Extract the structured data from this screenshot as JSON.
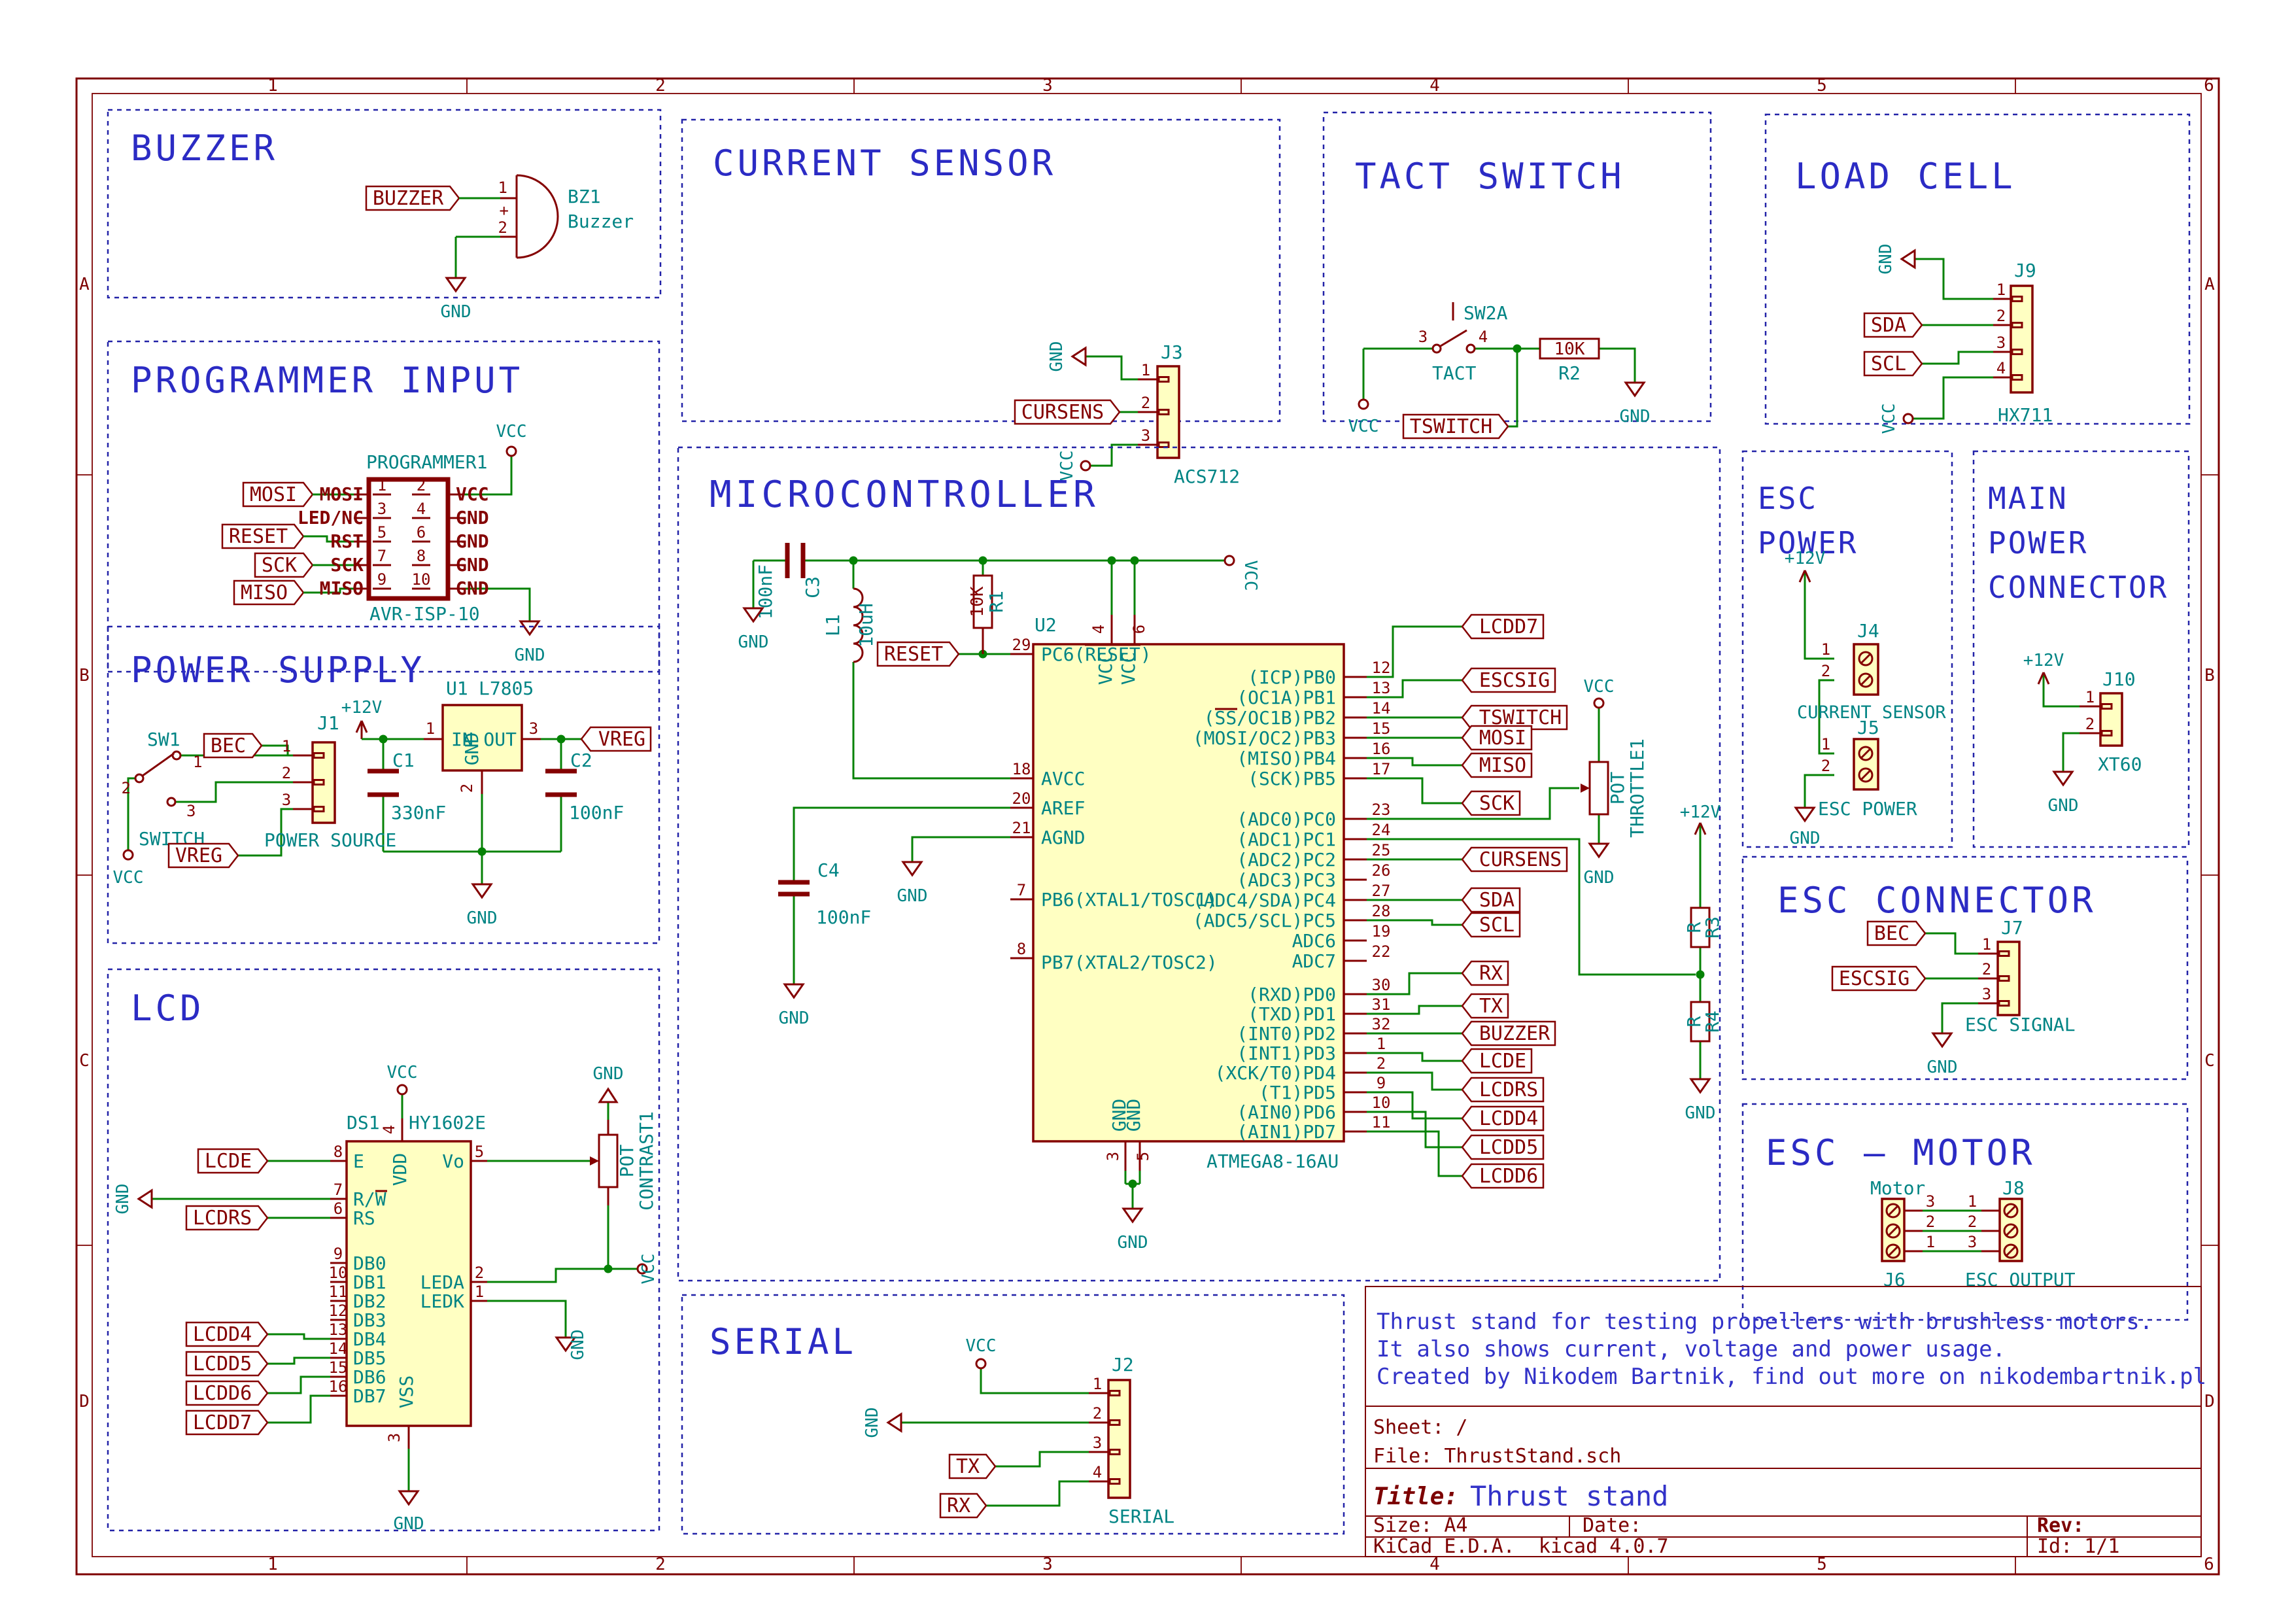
{
  "colors": {
    "wire_green": "#058205",
    "component_maroon": "#840000",
    "field_teal": "#008484",
    "note_blue": "#2B2BC4",
    "box_blue": "#2323A8",
    "body_yellow": "#FFFFC2",
    "frame_red": "#7D0000"
  },
  "frame": {
    "columns": [
      "1",
      "2",
      "3",
      "4",
      "5",
      "6"
    ],
    "rows": [
      "A",
      "B",
      "C",
      "D"
    ]
  },
  "title_block": {
    "comments": [
      "Thrust stand for testing propellers with brushless motors.",
      "It also shows current, voltage and power usage.",
      "Created by Nikodem Bartnik, find out more on nikodembartnik.pl"
    ],
    "sheet": "Sheet: /",
    "file": "File: ThrustStand.sch",
    "title_label": "Title:",
    "title_value": "Thrust stand",
    "size": "Size: A4",
    "date": "Date:",
    "rev": "Rev:",
    "tool": "KiCad E.D.A.  kicad 4.0.7",
    "id": "Id: 1/1"
  },
  "buzzer": {
    "title": "BUZZER",
    "net": "BUZZER",
    "p1": "1",
    "plus": "+",
    "p2": "2",
    "ref": "BZ1",
    "value": "Buzzer",
    "gnd": "GND"
  },
  "programmer": {
    "title": "PROGRAMMER INPUT",
    "ref": "PROGRAMMER1",
    "value": "AVR-ISP-10",
    "vcc": "VCC",
    "gnd": "GND",
    "net_mosi": "MOSI",
    "net_reset": "RESET",
    "net_sck": "SCK",
    "net_miso": "MISO",
    "pins": [
      {
        "ln": "1",
        "rn": "2",
        "lname": "MOSI",
        "rname": "VCC"
      },
      {
        "ln": "3",
        "rn": "4",
        "lname": "LED/NC",
        "rname": "GND"
      },
      {
        "ln": "5",
        "rn": "6",
        "lname": "RST",
        "rname": "GND"
      },
      {
        "ln": "7",
        "rn": "8",
        "lname": "SCK",
        "rname": "GND"
      },
      {
        "ln": "9",
        "rn": "10",
        "lname": "MISO",
        "rname": "GND"
      }
    ]
  },
  "power": {
    "title": "POWER SUPPLY",
    "p12": "+12V",
    "sw_ref": "SW1",
    "sw_value": "SWITCH",
    "s1": "1",
    "s2": "2",
    "s3": "3",
    "bec": "BEC",
    "vreg_l": "VREG",
    "vcc": "VCC",
    "j1_ref": "J1",
    "j1_value": "POWER SOURCE",
    "j1p1": "1",
    "j1p2": "2",
    "j1p3": "3",
    "u1_ref": "U1",
    "u1_value": "L7805",
    "u1p1": "1",
    "u1p2": "2",
    "u1p3": "3",
    "u1_in": "IN",
    "u1_gnd": "GND",
    "u1_out": "OUT",
    "c1_ref": "C1",
    "c1_value": "330nF",
    "c2_ref": "C2",
    "c2_value": "100nF",
    "vreg_r": "VREG",
    "gnd": "GND"
  },
  "lcd": {
    "title": "LCD",
    "vcc_top": "VCC",
    "gnd_pot": "GND",
    "ref": "DS1",
    "value": "HY1602E",
    "p4": "4",
    "vdd": "VDD",
    "p3": "3",
    "vss": "VSS",
    "p8": "8",
    "e": "E",
    "p7": "7",
    "rw": "R/W",
    "p6": "6",
    "rs": "RS",
    "p5": "5",
    "vo": "Vo",
    "db": [
      [
        "9",
        "DB0"
      ],
      [
        "10",
        "DB1"
      ],
      [
        "11",
        "DB2"
      ],
      [
        "12",
        "DB3"
      ],
      [
        "13",
        "DB4"
      ],
      [
        "14",
        "DB5"
      ],
      [
        "15",
        "DB6"
      ],
      [
        "16",
        "DB7"
      ]
    ],
    "leda_n": "2",
    "leda": "LEDA",
    "ledk_n": "1",
    "ledk": "LEDK",
    "lcde": "LCDE",
    "lcdrs": "LCDRS",
    "lcdd4": "LCDD4",
    "lcdd5": "LCDD5",
    "lcdd6": "LCDD6",
    "lcdd7": "LCDD7",
    "gnd_left": "GND",
    "pot": "POT",
    "contrast": "CONTRAST1",
    "vcc_r": "VCC",
    "gnd_ledk": "GND",
    "gnd_bottom": "GND"
  },
  "cursens": {
    "title": "CURRENT SENSOR",
    "gnd": "GND",
    "net": "CURSENS",
    "vcc": "VCC",
    "ref": "J3",
    "value": "ACS712",
    "p1": "1",
    "p2": "2",
    "p3": "3"
  },
  "mcu": {
    "title": "MICROCONTROLLER",
    "ref": "U2",
    "value": "ATMEGA8-16AU",
    "c3_ref": "C3",
    "c3_value": "100nF",
    "c3_gnd": "GND",
    "l1_ref": "L1",
    "l1_value": "10uH",
    "r1_value": "10K",
    "r1_ref": "R1",
    "reset": "RESET",
    "vcc": "VCC",
    "p4": "4",
    "p6": "6",
    "vcc_pin": "VCC",
    "p3": "3",
    "p5": "5",
    "gnd_pin": "GND",
    "bot_gnd": "GND",
    "left_pins": [
      [
        "29",
        "PC6(RESET)"
      ],
      [
        "18",
        "AVCC"
      ],
      [
        "20",
        "AREF"
      ],
      [
        "21",
        "AGND"
      ],
      [
        "7",
        "PB6(XTAL1/TOSC1)"
      ],
      [
        "8",
        "PB7(XTAL2/TOSC2)"
      ]
    ],
    "right_pins": [
      [
        "12",
        "(ICP)PB0"
      ],
      [
        "13",
        "(OC1A)PB1"
      ],
      [
        "14",
        "(SS/OC1B)PB2"
      ],
      [
        "15",
        "(MOSI/OC2)PB3"
      ],
      [
        "16",
        "(MISO)PB4"
      ],
      [
        "17",
        "(SCK)PB5"
      ],
      [
        "23",
        "(ADC0)PC0"
      ],
      [
        "24",
        "(ADC1)PC1"
      ],
      [
        "25",
        "(ADC2)PC2"
      ],
      [
        "26",
        "(ADC3)PC3"
      ],
      [
        "27",
        "(ADC4/SDA)PC4"
      ],
      [
        "28",
        "(ADC5/SCL)PC5"
      ],
      [
        "19",
        "ADC6"
      ],
      [
        "22",
        "ADC7"
      ],
      [
        "30",
        "(RXD)PD0"
      ],
      [
        "31",
        "(TXD)PD1"
      ],
      [
        "32",
        "(INT0)PD2"
      ],
      [
        "1",
        "(INT1)PD3"
      ],
      [
        "2",
        "(XCK/T0)PD4"
      ],
      [
        "9",
        "(T1)PD5"
      ],
      [
        "10",
        "(AIN0)PD6"
      ],
      [
        "11",
        "(AIN1)PD7"
      ]
    ],
    "labels": [
      "LCDD7",
      "ESCSIG",
      "TSWITCH",
      "MOSI",
      "MISO",
      "SCK",
      "CURSENS",
      "SDA",
      "SCL",
      "RX",
      "TX",
      "BUZZER",
      "LCDE",
      "LCDRS",
      "LCDD4",
      "LCDD5",
      "LCDD6"
    ],
    "c4_ref": "C4",
    "c4_value": "100nF",
    "c4_gnd": "GND",
    "agnd_gnd": "GND",
    "pot": "POT",
    "throttle": "THROTTLE1",
    "pot_vcc": "VCC",
    "pot_gnd": "GND",
    "p12": "+12V",
    "r3_value": "R",
    "r3_ref": "R3",
    "r4_value": "R",
    "r4_ref": "R4",
    "div_gnd": "GND"
  },
  "tact": {
    "title": "TACT SWITCH",
    "ref": "SW2A",
    "p3": "3",
    "p4": "4",
    "value": "TACT",
    "vcc": "VCC",
    "net": "TSWITCH",
    "r2_value": "10K",
    "r2_ref": "R2",
    "gnd": "GND"
  },
  "loadcell": {
    "title": "LOAD CELL",
    "gnd": "GND",
    "sda": "SDA",
    "scl": "SCL",
    "vcc": "VCC",
    "ref": "J9",
    "value": "HX711",
    "p1": "1",
    "p2": "2",
    "p3": "3",
    "p4": "4"
  },
  "escpower": {
    "title1": "ESC",
    "title2": "POWER",
    "p12": "+12V",
    "j4_ref": "J4",
    "j4_value": "CURRENT SENSOR",
    "j4p1": "1",
    "j4p2": "2",
    "j5_ref": "J5",
    "j5_value": "ESC POWER",
    "j5p1": "1",
    "j5p2": "2",
    "gnd": "GND"
  },
  "mainpower": {
    "title1": "MAIN",
    "title2": "POWER",
    "title3": "CONNECTOR",
    "p12": "+12V",
    "ref": "J10",
    "value": "XT60",
    "p1": "1",
    "p2": "2",
    "gnd": "GND"
  },
  "escconn": {
    "title": "ESC CONNECTOR",
    "bec": "BEC",
    "escsig": "ESCSIG",
    "ref": "J7",
    "value": "ESC SIGNAL",
    "p1": "1",
    "p2": "2",
    "p3": "3",
    "gnd": "GND"
  },
  "escmotor": {
    "title": "ESC – MOTOR",
    "motor": "Motor",
    "j8_ref": "J8",
    "j6_ref": "J6",
    "value": "ESC OUTPUT",
    "j6p": [
      "3",
      "2",
      "1"
    ],
    "j8p": [
      "1",
      "2",
      "3"
    ]
  },
  "serial": {
    "title": "SERIAL",
    "vcc": "VCC",
    "gnd": "GND",
    "tx": "TX",
    "rx": "RX",
    "ref": "J2",
    "value": "SERIAL",
    "p1": "1",
    "p2": "2",
    "p3": "3",
    "p4": "4"
  }
}
